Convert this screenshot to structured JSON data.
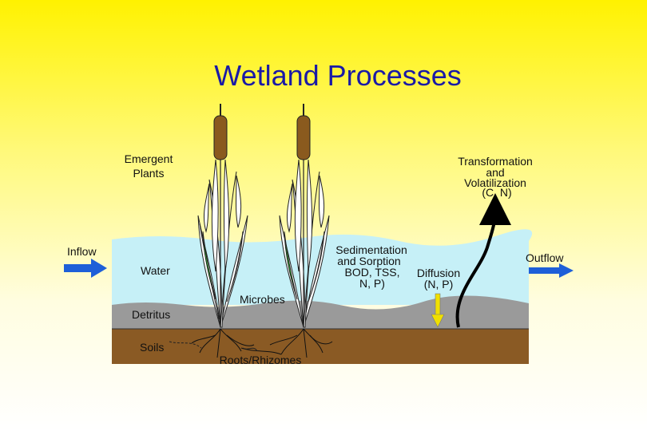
{
  "title": "Wetland Processes",
  "labels": {
    "emergent_1": "Emergent",
    "emergent_2": "Plants",
    "transform_1": "Transformation",
    "transform_2": "and",
    "transform_3": "Volatilization",
    "transform_4": "(C, N)",
    "inflow": "Inflow",
    "outflow": "Outflow",
    "water": "Water",
    "sed_1": "Sedimentation",
    "sed_2": "and Sorption",
    "sed_3": "BOD, TSS,",
    "sed_4": "N, P)",
    "diff_1": "Diffusion",
    "diff_2": "(N, P)",
    "microbes": "Microbes",
    "detritus": "Detritus",
    "soils": "Soils",
    "roots": "Roots/Rhizomes"
  },
  "colors": {
    "water": "#c6f0f7",
    "detritus": "#9a9a9a",
    "soil": "#8a5a24",
    "cattail": "#8a5a1e",
    "leaf_green": "#33dd33",
    "flow_arrow": "#1e5fd8",
    "diffusion_arrow": "#f0e000",
    "title": "#1a1aa6"
  }
}
